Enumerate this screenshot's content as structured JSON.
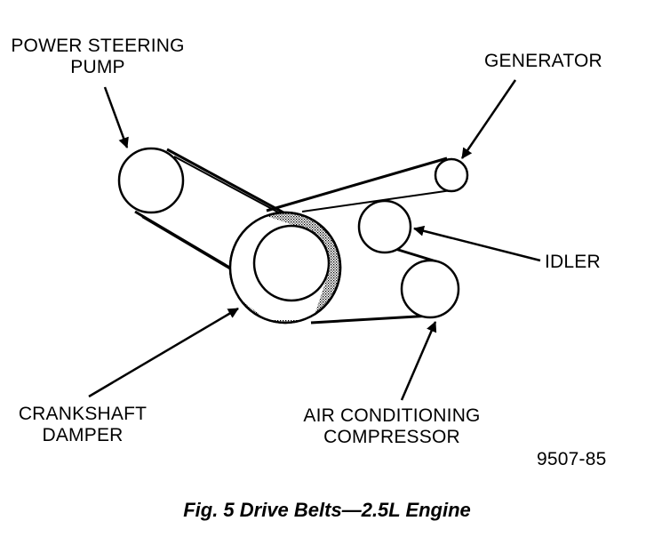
{
  "labels": {
    "power_steering_pump": [
      "POWER STEERING",
      "PUMP"
    ],
    "generator": "GENERATOR",
    "idler": "IDLER",
    "crankshaft_damper": [
      "CRANKSHAFT",
      "DAMPER"
    ],
    "air_conditioning_compressor": [
      "AIR CONDITIONING",
      "COMPRESSOR"
    ]
  },
  "figure_number": "9507-85",
  "caption": "Fig. 5 Drive Belts—2.5L Engine"
}
